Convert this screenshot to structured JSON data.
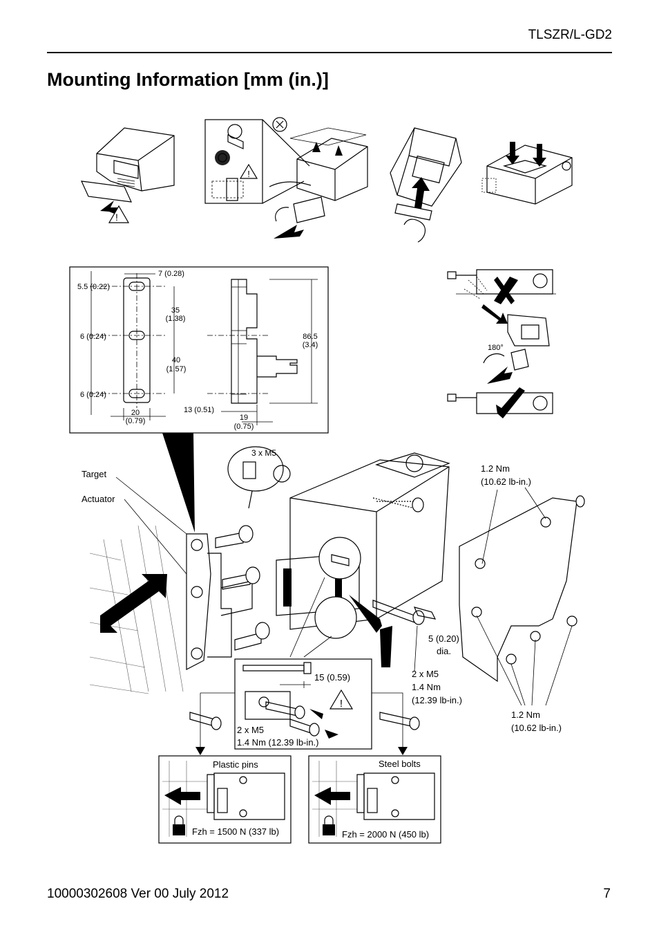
{
  "header": {
    "product_code": "TLSZR/L-GD2"
  },
  "title": "Mounting Information [mm (in.)]",
  "dimensions": {
    "d1": "7 (0.28)",
    "d2": "5.5 (0.22)",
    "d3a": "35",
    "d3b": "(1.38)",
    "d4": "6 (0.24)",
    "d5a": "40",
    "d5b": "(1.57)",
    "d6a": "86.5",
    "d6b": "(3.4)",
    "d7": "6 (0.24)",
    "d8a": "20",
    "d8b": "(0.79)",
    "d9": "13 (0.51)",
    "d10a": "19",
    "d10b": "(0.75)"
  },
  "rotation": {
    "angle": "180°"
  },
  "assembly": {
    "screws_top": "3 x M5",
    "target": "Target",
    "actuator": "Actuator",
    "torque_top_a": "1.2 Nm",
    "torque_top_b": "(10.62 lb-in.)",
    "pin_dia_a": "5 (0.20)",
    "pin_dia_b": "dia.",
    "screws_side_a": "2 x M5",
    "screws_side_b": "1.4 Nm",
    "screws_side_c": "(12.39 lb-in.)",
    "torque_bottom_a": "1.2 Nm",
    "torque_bottom_b": "(10.62 lb-in.)",
    "inset_length": "15 (0.59)",
    "inset_screws_a": "2 x M5",
    "inset_screws_b": "1.4 Nm (12.39 lb-in.)"
  },
  "panels": {
    "plastic_title": "Plastic pins",
    "plastic_force": "Fzh = 1500 N (337 lb)",
    "steel_title": "Steel bolts",
    "steel_force": "Fzh = 2000 N (450 lb)"
  },
  "footer": {
    "doc_ref": "10000302608 Ver 00 July 2012",
    "page_number": "7"
  }
}
